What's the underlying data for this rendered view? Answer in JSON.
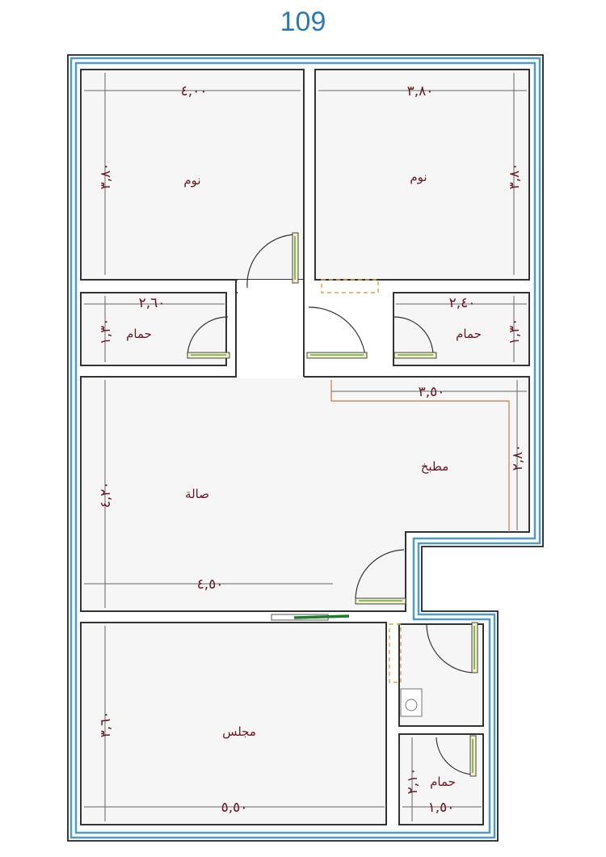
{
  "plan_number": "109",
  "rooms": [
    {
      "id": "bedroom-1",
      "label": "نوم"
    },
    {
      "id": "bedroom-2",
      "label": "نوم"
    },
    {
      "id": "bath-1",
      "label": "حمام"
    },
    {
      "id": "bath-2",
      "label": "حمام"
    },
    {
      "id": "kitchen",
      "label": "مطبخ"
    },
    {
      "id": "hall",
      "label": "صالة"
    },
    {
      "id": "majlis",
      "label": "مجلس"
    },
    {
      "id": "bath-3",
      "label": "حمام"
    }
  ],
  "dimensions": {
    "bed1_w": "٤,٠٠",
    "bed1_h": "٣,٨٠",
    "bed2_w": "٣,٨٠",
    "bed2_h": "٣,٨٠",
    "bath1_w": "٢,٦٠",
    "bath1_h": "١,٣٠",
    "bath2_w": "٢,٤٠",
    "bath2_h": "١,٣٠",
    "kitchen_w": "٣,٥٠",
    "kitchen_h": "٢,٨٠",
    "hall_w": "٤,٥٠",
    "hall_h": "٤,٢٠",
    "majlis_w": "٥,٥٠",
    "majlis_h": "٣,٦٠",
    "bath3_w": "١,٥٠",
    "bath3_h": "٢,١٠"
  },
  "colors": {
    "title": "#2a7bb3",
    "outer_wall": "#4f9bc6",
    "label": "#6a1520"
  }
}
